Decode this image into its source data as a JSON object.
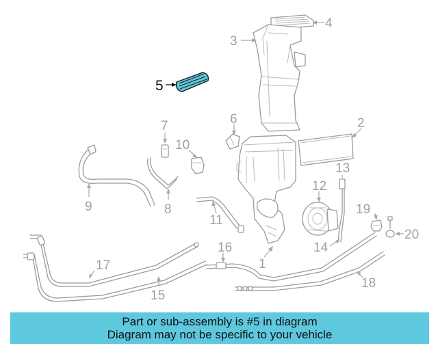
{
  "callouts": {
    "c1": "1",
    "c2": "2",
    "c3": "3",
    "c4": "4",
    "c5": "5",
    "c6": "6",
    "c7": "7",
    "c8": "8",
    "c9": "9",
    "c10": "10",
    "c11": "11",
    "c12": "12",
    "c13": "13",
    "c14": "14",
    "c15": "15",
    "c16": "16",
    "c17": "17",
    "c18": "18",
    "c19": "19",
    "c20": "20"
  },
  "highlighted_part": "5",
  "colors": {
    "highlight": "#5ec8de",
    "banner": "#5ec8de",
    "line": "#9a9a9a"
  },
  "banner": {
    "line1": "Part or sub-assembly is #5 in diagram",
    "line2": "Diagram may not be specific to your vehicle"
  }
}
